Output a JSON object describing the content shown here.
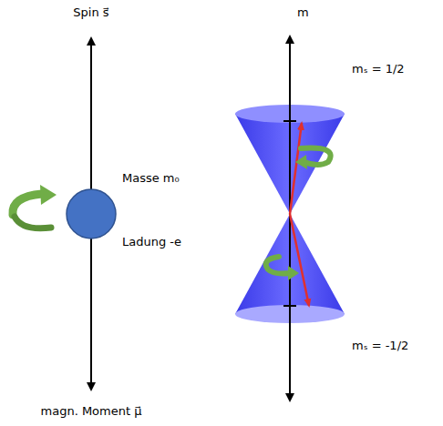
{
  "diagram": {
    "labels": [
      "Spin s⃗",
      "Masse m₀",
      "Ladung -e",
      "magn. Moment μ⃗",
      "m",
      "mₛ = 1/2",
      "mₛ = -1/2"
    ]
  }
}
